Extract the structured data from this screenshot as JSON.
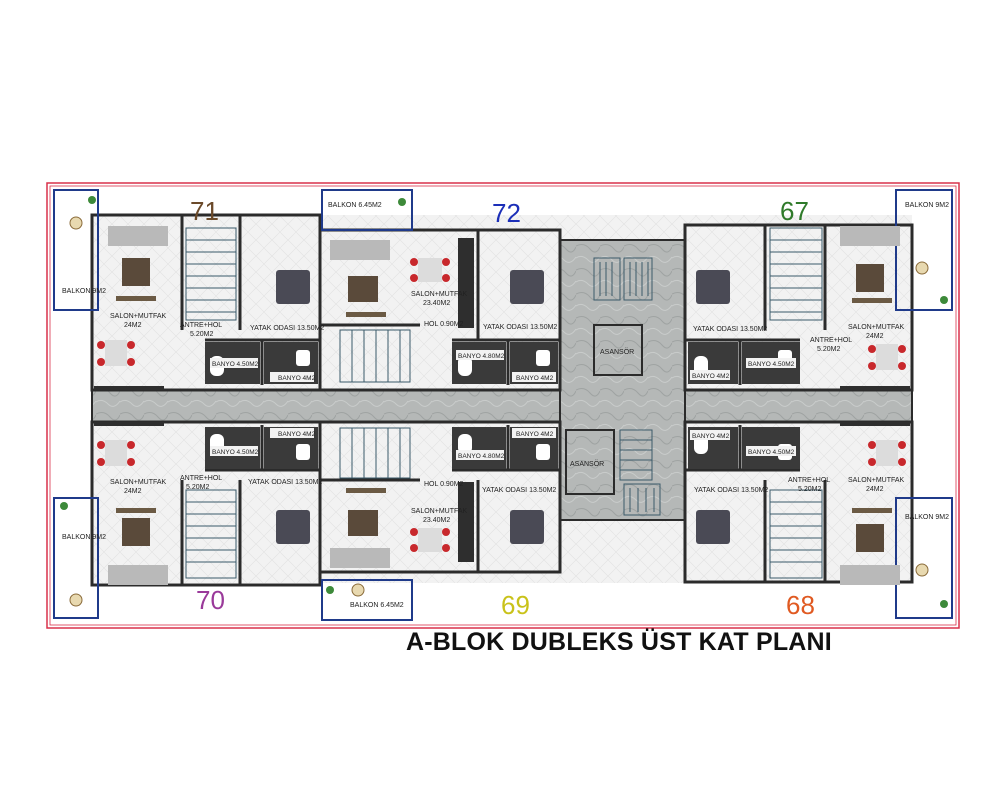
{
  "title": "A-BLOK DUBLEKS ÜST KAT PLANI",
  "units": [
    {
      "number": "71",
      "color": "#6b4a2a"
    },
    {
      "number": "72",
      "color": "#1c2fb8"
    },
    {
      "number": "67",
      "color": "#2f7a2a"
    },
    {
      "number": "70",
      "color": "#9a3a9a"
    },
    {
      "number": "69",
      "color": "#c9c21a"
    },
    {
      "number": "68",
      "color": "#e05a22"
    }
  ],
  "labels": {
    "balkon_9": "BALKON 9M2",
    "balkon_645": "BALKON 6.45M2",
    "salon_24": "SALON+MUTFAK",
    "salon_24_area": "24M2",
    "salon_234": "SALON+MUTFAK",
    "salon_234_area": "23.40M2",
    "antre": "ANTRE+HOL",
    "antre_area": "5.20M2",
    "yatak": "YATAK ODASI 13.50M2",
    "banyo_450": "BANYO 4.50M2",
    "banyo_4": "BANYO 4M2",
    "banyo_480": "BANYO 4.80M2",
    "hol": "HOL 0.90M2",
    "asansor": "ASANSÖR"
  },
  "colors": {
    "outer_border": "#d9304a",
    "balcony_border": "#1f3a8a",
    "wall": "#2b2b2b",
    "floor": "#f0f0f0",
    "corridor": "#b9bcbb",
    "stair": "#3a5a6a"
  }
}
